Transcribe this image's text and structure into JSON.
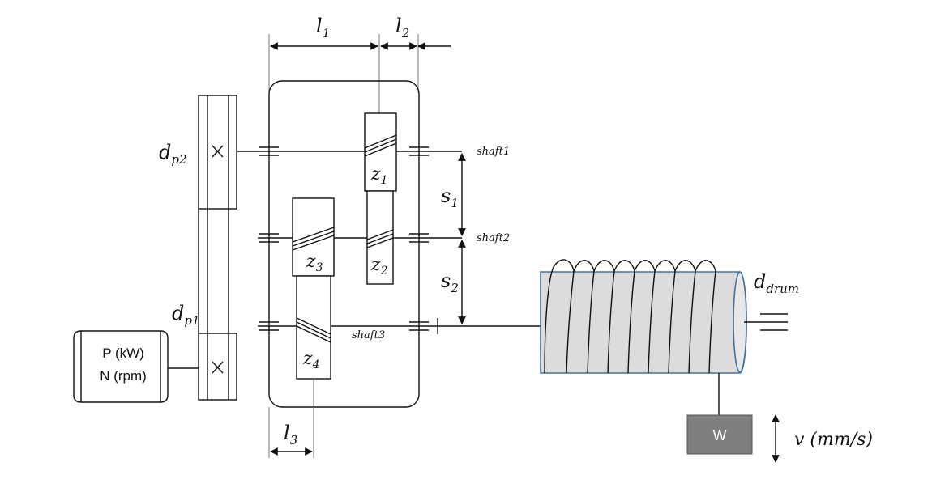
{
  "diagram": {
    "dims": {
      "l1": {
        "main": "l",
        "sub": "1"
      },
      "l2": {
        "main": "l",
        "sub": "2"
      },
      "l3": {
        "main": "l",
        "sub": "3"
      },
      "s1": {
        "main": "s",
        "sub": "1"
      },
      "s2": {
        "main": "s",
        "sub": "2"
      }
    },
    "pulleys": {
      "dp2": {
        "main": "d",
        "sub": "p2"
      },
      "dp1": {
        "main": "d",
        "sub": "p1"
      }
    },
    "gears": {
      "z1": {
        "main": "z",
        "sub": "1"
      },
      "z2": {
        "main": "z",
        "sub": "2"
      },
      "z3": {
        "main": "z",
        "sub": "3"
      },
      "z4": {
        "main": "z",
        "sub": "4"
      }
    },
    "shafts": {
      "shaft1": "shaft1",
      "shaft2": "shaft2",
      "shaft3": "shaft3"
    },
    "motor": {
      "line1": "P (kW)",
      "line2": "N (rpm)"
    },
    "drum": {
      "main": "d",
      "sub": "drum"
    },
    "weight": "W",
    "velocity": "v (mm/s)",
    "colors": {
      "drum_fill": "#dcdcdc",
      "drum_stroke": "#41719c",
      "weight_fill": "#7f7f7f",
      "line": "#111111"
    }
  }
}
